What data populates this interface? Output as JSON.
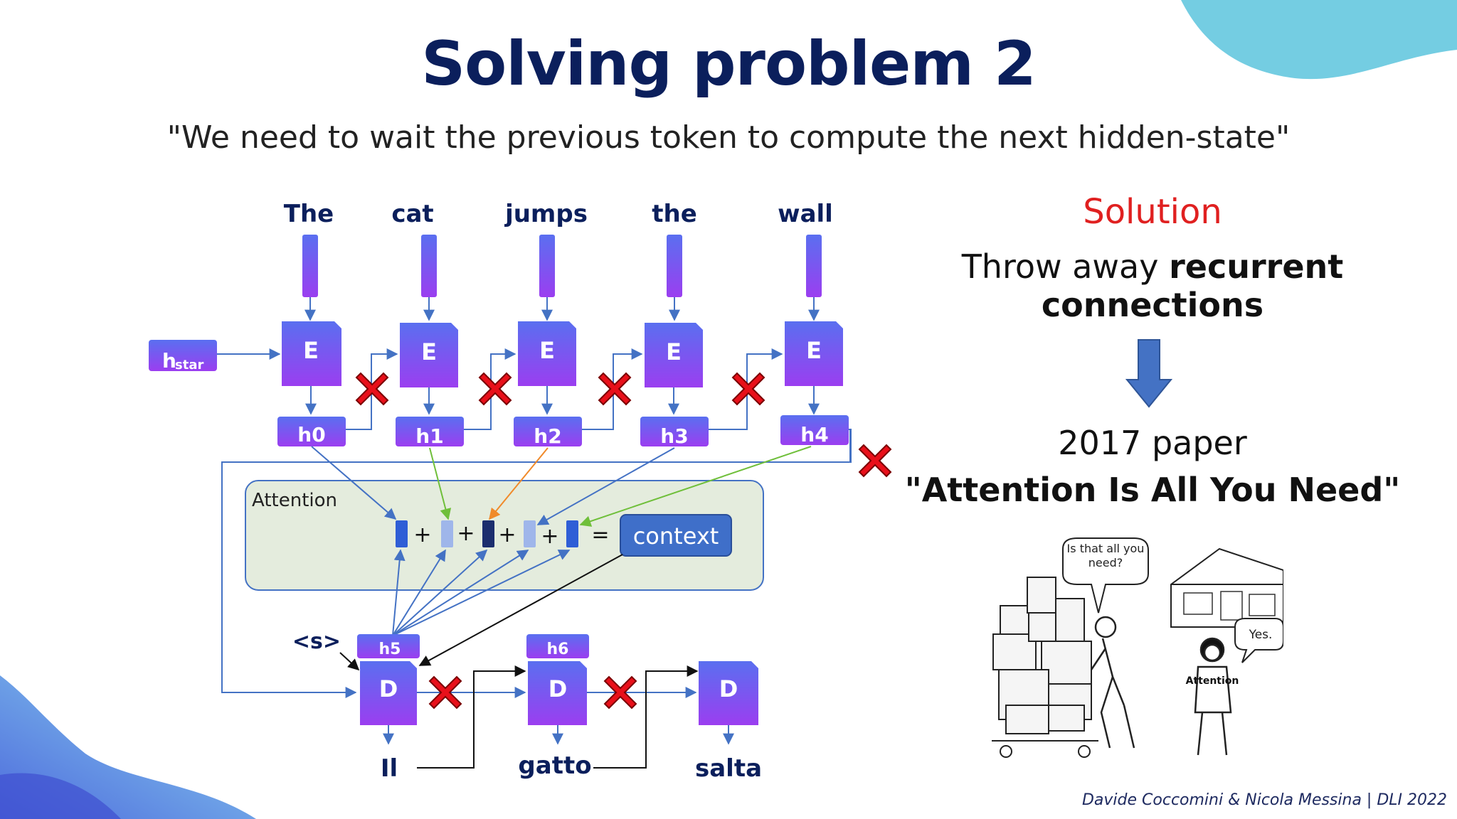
{
  "title": "Solving problem 2",
  "subtitle": "\"We need to wait the previous token to compute the next hidden-state\"",
  "diagram": {
    "input_tokens": [
      "The",
      "cat",
      "jumps",
      "the",
      "wall"
    ],
    "encoder_label": "E",
    "hidden_states": [
      "h0",
      "h1",
      "h2",
      "h3",
      "h4"
    ],
    "start_state_main": "h",
    "start_state_sub": "star",
    "attention_label": "Attention",
    "plus": "+",
    "equals": "=",
    "context_label": "context",
    "start_token": "<s>",
    "decoder_label": "D",
    "decoder_states": [
      "h5",
      "h6"
    ],
    "output_tokens": [
      "Il",
      "gatto",
      "salta"
    ]
  },
  "right_panel": {
    "solution_label": "Solution",
    "throw_plain": "Throw away ",
    "throw_bold": "recurrent connections",
    "paper_year": "2017 paper",
    "paper_title": "\"Attention Is All You Need\""
  },
  "cartoon": {
    "bubble_1": "Is that all you need?",
    "bubble_2": "Yes.",
    "character_label": "Attention"
  },
  "footer": "Davide Coccomini & Nicola Messina | DLI 2022",
  "colors": {
    "title": "#0b1f5c",
    "solution": "#e02020",
    "box_top": "#5a6ff0",
    "box_bottom": "#9b3ef0",
    "attention_bg": "#e4ecdd",
    "context_bg": "#3f6fc9",
    "cross": "#e8101a",
    "line_blue": "#4472c4",
    "blob_cyan": "#6ccbe0",
    "blob_blue": "#4a8ae0"
  }
}
